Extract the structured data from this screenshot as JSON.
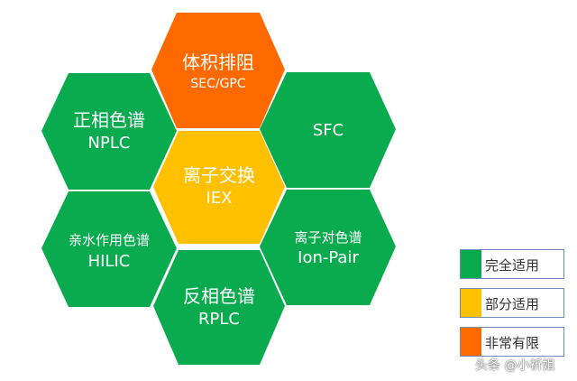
{
  "colors": {
    "green": "#0aab4f",
    "orange": "#ff6a00",
    "yellow": "#ffc000"
  },
  "hexagons": [
    {
      "id": "sec",
      "line1": "体积排阻",
      "line2": "SEC/GPC",
      "color": "orange"
    },
    {
      "id": "npl",
      "line1": "正相色谱",
      "line2": "NPLC",
      "color": "green"
    },
    {
      "id": "sfc",
      "line1": "",
      "line2": "SFC",
      "color": "green"
    },
    {
      "id": "iex",
      "line1": "离子交换",
      "line2": "IEX",
      "color": "yellow"
    },
    {
      "id": "hilic",
      "line1": "亲水作用色谱",
      "line2": "HILIC",
      "color": "green"
    },
    {
      "id": "ion",
      "line1": "离子对色谱",
      "line2": "Ion-Pair",
      "color": "green"
    },
    {
      "id": "rplc",
      "line1": "反相色谱",
      "line2": "RPLC",
      "color": "green"
    }
  ],
  "legend": [
    {
      "label": "完全适用",
      "color": "green"
    },
    {
      "label": "部分适用",
      "color": "yellow"
    },
    {
      "label": "非常有限",
      "color": "orange"
    }
  ],
  "watermark": "头条 @小祈姐"
}
